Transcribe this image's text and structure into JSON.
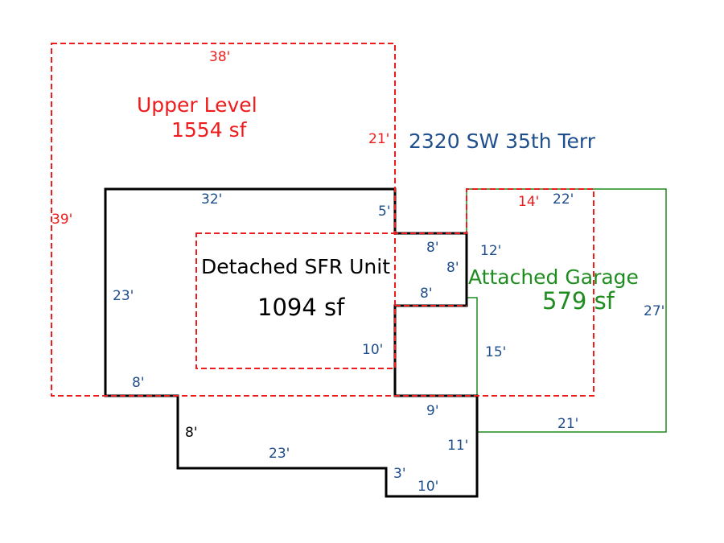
{
  "address": "2320 SW 35th Terr",
  "colors": {
    "upper": "#ee1c1c",
    "main": "#000000",
    "garage": "#1e8c1e",
    "dimension": "#1f4e8c"
  },
  "upper_level": {
    "name": "Upper Level",
    "area": "1554 sf",
    "dims": {
      "top": "38'",
      "left": "39'",
      "right": "21'",
      "garage_top": "14'"
    }
  },
  "main_unit": {
    "name": "Detached SFR Unit",
    "area": "1094 sf",
    "dims": {
      "top": "32'",
      "notch_5": "5'",
      "left": "23'",
      "notch_top_8": "8'",
      "notch_right_8": "8'",
      "notch_bottom_8": "8'",
      "inner_10": "10'",
      "bottom_left_8": "8'",
      "ext_left_8": "8'",
      "ext_bottom_23": "23'",
      "ext_step_3": "3'",
      "ext_bottom_10": "10'",
      "ext_right_11": "11'",
      "ext_top_9": "9'"
    }
  },
  "garage": {
    "name": "Attached Garage",
    "area": "579 sf",
    "dims": {
      "top": "22'",
      "right": "27'",
      "bottom": "21'",
      "left_12": "12'",
      "left_15": "15'"
    }
  }
}
